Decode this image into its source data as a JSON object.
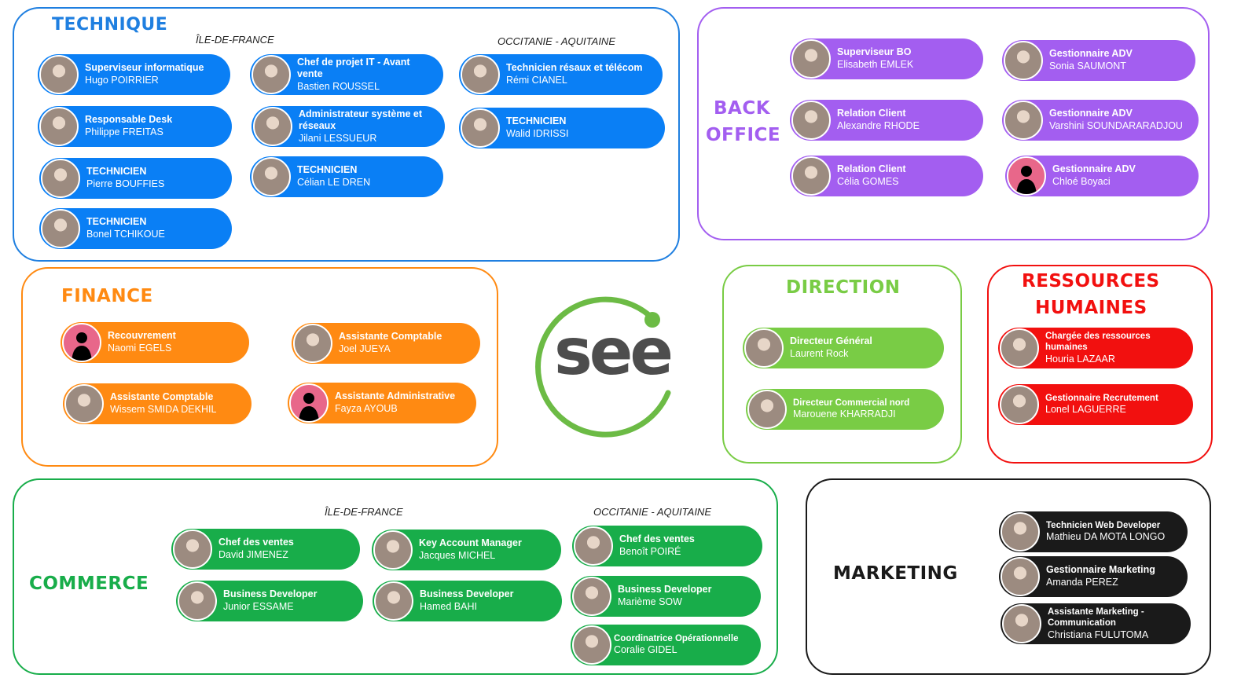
{
  "logo": {
    "text": "see"
  },
  "technique": {
    "title": "TECHNIQUE",
    "region_idf": "ÎLE-DE-FRANCE",
    "region_occ": "OCCITANIE - AQUITAINE",
    "cards": [
      {
        "role": "Superviseur informatique",
        "name": "Hugo POIRRIER"
      },
      {
        "role": "Responsable Desk",
        "name": "Philippe FREITAS"
      },
      {
        "role": "TECHNICIEN",
        "name": "Pierre BOUFFIES"
      },
      {
        "role": "TECHNICIEN",
        "name": "Bonel TCHIKOUE"
      },
      {
        "role": "Chef de projet IT - Avant vente",
        "name": "Bastien ROUSSEL"
      },
      {
        "role": "Administrateur système et réseaux",
        "name": "Jilani LESSUEUR"
      },
      {
        "role": "TECHNICIEN",
        "name": "Célian LE DREN"
      },
      {
        "role": "Technicien résaux et télécom",
        "name": "Rémi CIANEL"
      },
      {
        "role": "TECHNICIEN",
        "name": "Walid IDRISSI"
      }
    ]
  },
  "back_office": {
    "title_line1": "BACK",
    "title_line2": "OFFICE",
    "cards": [
      {
        "role": "Superviseur BO",
        "name": "Elisabeth EMLEK"
      },
      {
        "role": "Relation Client",
        "name": "Alexandre RHODE"
      },
      {
        "role": "Relation Client",
        "name": "Célia GOMES"
      },
      {
        "role": "Gestionnaire ADV",
        "name": "Sonia SAUMONT"
      },
      {
        "role": "Gestionnaire ADV",
        "name": "Varshini SOUNDARARADJOU"
      },
      {
        "role": "Gestionnaire ADV",
        "name": "Chloé Boyaci"
      }
    ]
  },
  "finance": {
    "title": "FINANCE",
    "cards": [
      {
        "role": "Recouvrement",
        "name": "Naomi EGELS"
      },
      {
        "role": "Assistante Comptable",
        "name": "Wissem SMIDA DEKHIL"
      },
      {
        "role": "Assistante Comptable",
        "name": "Joel JUEYA"
      },
      {
        "role": "Assistante Administrative",
        "name": "Fayza AYOUB"
      }
    ]
  },
  "direction": {
    "title": "DIRECTION",
    "cards": [
      {
        "role": "Directeur Général",
        "name": "Laurent Rock"
      },
      {
        "role": "Directeur Commercial nord",
        "name": "Marouene KHARRADJI"
      }
    ]
  },
  "rh": {
    "title_line1": "RESSOURCES",
    "title_line2": "HUMAINES",
    "cards": [
      {
        "role": "Chargée des ressources humaines",
        "name": "Houria LAZAAR"
      },
      {
        "role": "Gestionnaire Recrutement",
        "name": "Lonel LAGUERRE"
      }
    ]
  },
  "commerce": {
    "title": "COMMERCE",
    "region_idf": "ÎLE-DE-FRANCE",
    "region_occ": "OCCITANIE - AQUITAINE",
    "cards": [
      {
        "role": "Chef des ventes",
        "name": "David JIMENEZ"
      },
      {
        "role": "Business Developer",
        "name": "Junior ESSAME"
      },
      {
        "role": "Key Account Manager",
        "name": "Jacques MICHEL"
      },
      {
        "role": "Business Developer",
        "name": "Hamed BAHI"
      },
      {
        "role": "Chef des ventes",
        "name": "Benoît POIRÉ"
      },
      {
        "role": "Business Developer",
        "name": "Marième SOW"
      },
      {
        "role": "Coordinatrice Opérationnelle",
        "name": "Coralie GIDEL"
      }
    ]
  },
  "marketing": {
    "title": "MARKETING",
    "cards": [
      {
        "role": "Technicien Web Developer",
        "name": "Mathieu DA MOTA LONGO"
      },
      {
        "role": "Gestionnaire Marketing",
        "name": "Amanda PEREZ"
      },
      {
        "role": "Assistante Marketing - Communication",
        "name": "Christiana FULUTOMA"
      }
    ]
  },
  "colors": {
    "technique": "#1f7fe0",
    "back_office": "#a35ef0",
    "finance": "#ff8a12",
    "direction": "#79cc45",
    "rh": "#f2100f",
    "commerce": "#18ad4a",
    "marketing": "#1a1a1a"
  }
}
